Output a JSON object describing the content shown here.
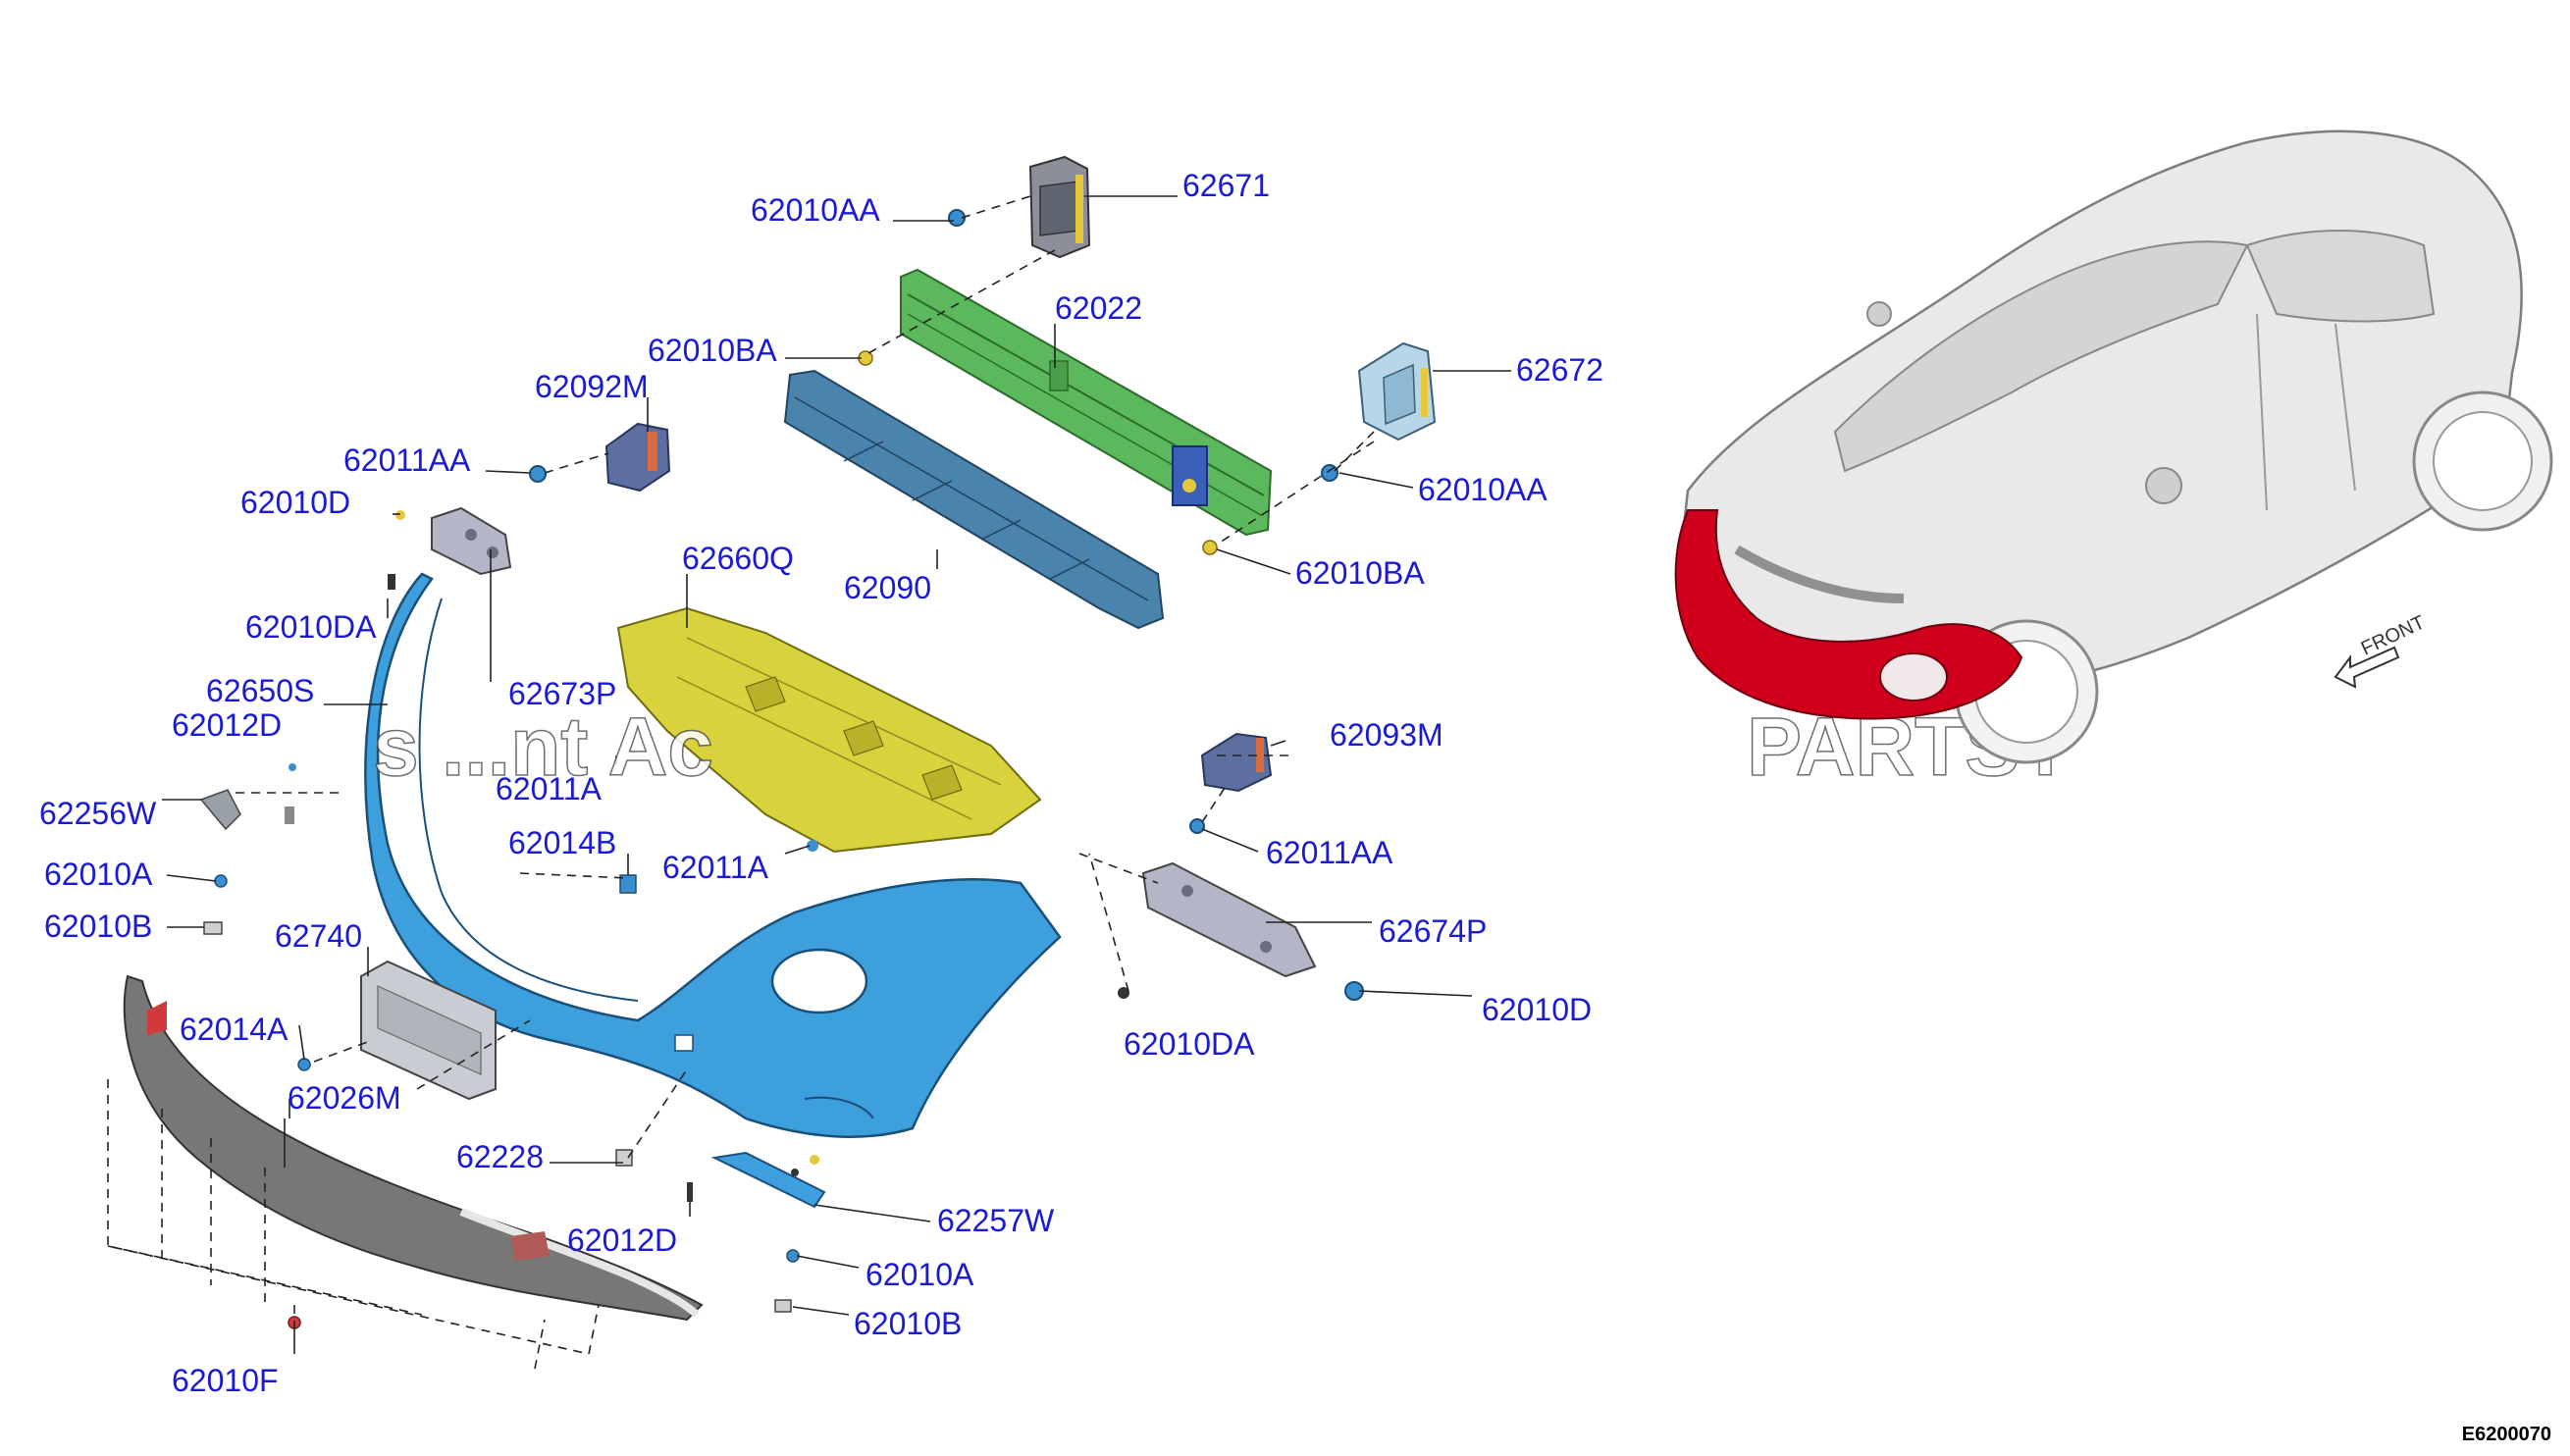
{
  "diagram": {
    "drawing_code": "E6200070",
    "front_arrow_label": "FRONT",
    "watermark_left": "s  ...nt Ac",
    "watermark_right": "PARTST",
    "colors": {
      "label": "#1a1ad6",
      "bumper_fascia": "#3d9fdc",
      "reinforcement": "#5cb85c",
      "absorber": "#4a84ad",
      "undercover": "#d8d23c",
      "lower_spoiler": "#777777",
      "car_highlight": "#d0001c"
    },
    "parts": [
      {
        "id": "p62671",
        "label": "62671"
      },
      {
        "id": "p62010AA_1",
        "label": "62010AA"
      },
      {
        "id": "p62022",
        "label": "62022"
      },
      {
        "id": "p62010BA_1",
        "label": "62010BA"
      },
      {
        "id": "p62672",
        "label": "62672"
      },
      {
        "id": "p62092M",
        "label": "62092M"
      },
      {
        "id": "p62011AA_1",
        "label": "62011AA"
      },
      {
        "id": "p62010AA_2",
        "label": "62010AA"
      },
      {
        "id": "p62010D_1",
        "label": "62010D"
      },
      {
        "id": "p62010BA_2",
        "label": "62010BA"
      },
      {
        "id": "p62660Q",
        "label": "62660Q"
      },
      {
        "id": "p62090",
        "label": "62090"
      },
      {
        "id": "p62010DA_1",
        "label": "62010DA"
      },
      {
        "id": "p62650S",
        "label": "62650S"
      },
      {
        "id": "p62673P",
        "label": "62673P"
      },
      {
        "id": "p62012D_1",
        "label": "62012D"
      },
      {
        "id": "p62093M",
        "label": "62093M"
      },
      {
        "id": "p62011A_1",
        "label": "62011A"
      },
      {
        "id": "p62256W",
        "label": "62256W"
      },
      {
        "id": "p62014B",
        "label": "62014B"
      },
      {
        "id": "p62011A_2",
        "label": "62011A"
      },
      {
        "id": "p62011AA_2",
        "label": "62011AA"
      },
      {
        "id": "p62010A_1",
        "label": "62010A"
      },
      {
        "id": "p62010B_1",
        "label": "62010B"
      },
      {
        "id": "p62740",
        "label": "62740"
      },
      {
        "id": "p62674P",
        "label": "62674P"
      },
      {
        "id": "p62010D_2",
        "label": "62010D"
      },
      {
        "id": "p62014A",
        "label": "62014A"
      },
      {
        "id": "p62010DA_2",
        "label": "62010DA"
      },
      {
        "id": "p62026M",
        "label": "62026M"
      },
      {
        "id": "p62228",
        "label": "62228"
      },
      {
        "id": "p62257W",
        "label": "62257W"
      },
      {
        "id": "p62012D_2",
        "label": "62012D"
      },
      {
        "id": "p62010A_2",
        "label": "62010A"
      },
      {
        "id": "p62010B_2",
        "label": "62010B"
      },
      {
        "id": "p62010F",
        "label": "62010F"
      }
    ]
  }
}
